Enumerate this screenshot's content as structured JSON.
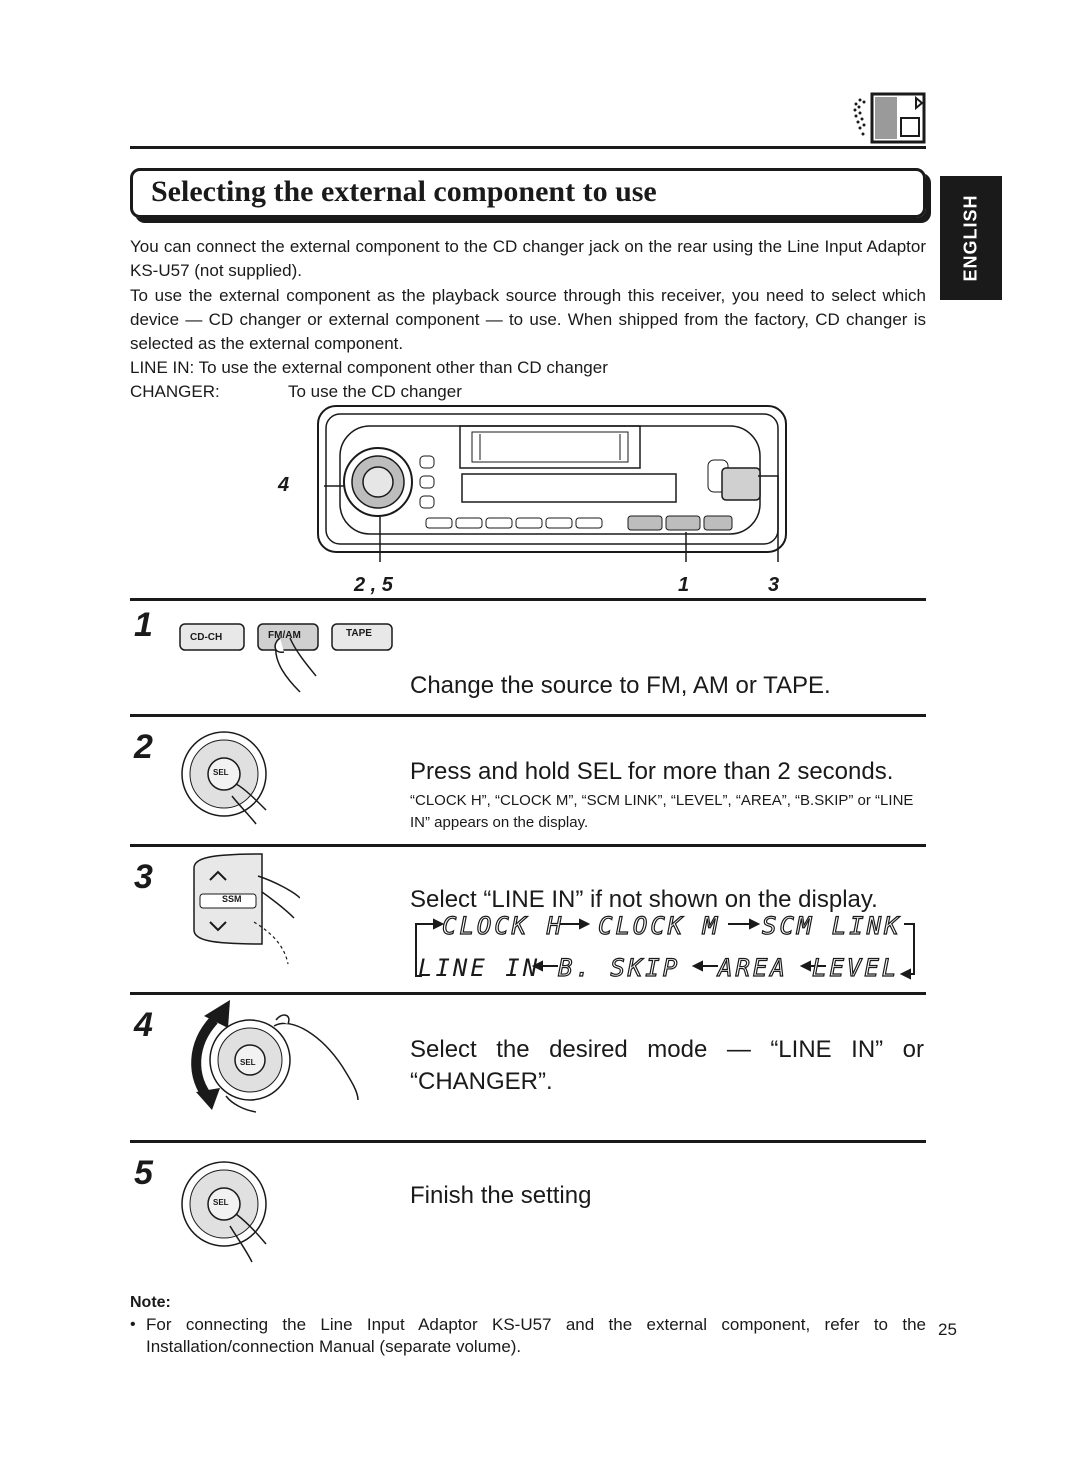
{
  "language_tab": "ENGLISH",
  "section_title": "Selecting the external component to use",
  "intro": {
    "para1": "You can connect the external component to the CD changer jack on the rear using the Line Input Adaptor KS-U57 (not supplied).",
    "para2": "To use the external component as the playback source through this receiver, you need to select which device — CD changer or external component — to use. When shipped from the factory, CD changer is selected as the external component.",
    "line_in_def": "LINE IN: To use the external component other than CD changer",
    "changer_term": "CHANGER:",
    "changer_def": "To use the CD changer"
  },
  "diagram_callouts": {
    "left": "4",
    "bottom_left": "2 , 5",
    "bottom_mid": "1",
    "bottom_right": "3"
  },
  "buttons": {
    "cd_ch": "CD-CH",
    "fm_am": "FM/AM",
    "tape": "TAPE",
    "sel": "SEL",
    "ssm": "SSM"
  },
  "steps": [
    {
      "num": "1",
      "main": "Change the source to FM, AM or TAPE."
    },
    {
      "num": "2",
      "main": "Press and hold SEL for more than 2 seconds.",
      "sub": "“CLOCK H”, “CLOCK M”, “SCM LINK”, “LEVEL”, “AREA”, “B.SKIP” or “LINE IN” appears on the display."
    },
    {
      "num": "3",
      "main": "Select “LINE IN” if not shown on the display."
    },
    {
      "num": "4",
      "main": "Select the desired mode — “LINE IN” or “CHANGER”."
    },
    {
      "num": "5",
      "main": "Finish the setting"
    }
  ],
  "display_cycle": {
    "row1": [
      "CLOCK H",
      "CLOCK M",
      "SCM LINK"
    ],
    "row2": [
      "LINE IN",
      "B. SKIP",
      "AREA",
      "LEVEL"
    ]
  },
  "note": {
    "heading": "Note:",
    "bullet": "For connecting the Line Input Adaptor KS-U57 and the external component, refer to the Installation/connection Manual (separate volume)."
  },
  "page_number": "25"
}
